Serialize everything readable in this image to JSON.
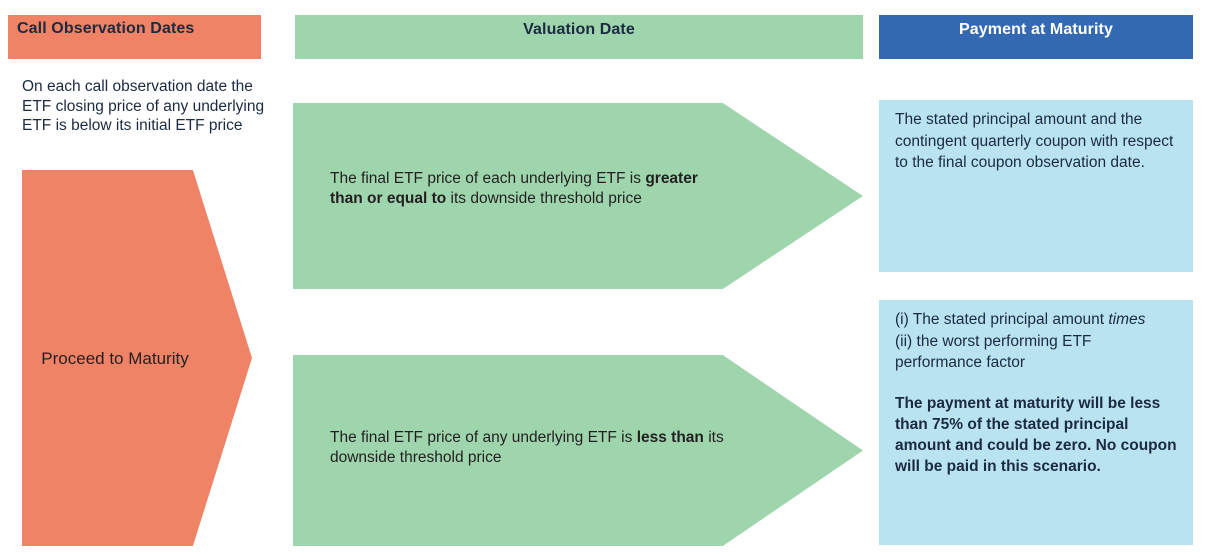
{
  "headers": {
    "call": "Call Observation Dates",
    "valuation": "Valuation Date",
    "payment": "Payment at Maturity"
  },
  "left_column": {
    "condition_text": "On each call observation date the ETF closing price of any underlying ETF is below its initial ETF price",
    "arrow_label": "Proceed to Maturity"
  },
  "valuation_column": {
    "branch_1": {
      "line_1": "The final ETF price of each underlying ETF is ",
      "emphasis": "greater than or equal to",
      "line_2": " its downside threshold price"
    },
    "branch_2": {
      "line_1": "The final ETF price of any underlying ETF is ",
      "emphasis": "less than",
      "line_2": " its downside threshold price"
    }
  },
  "payment_column": {
    "box_1": {
      "text": "The stated principal amount and the contingent quarterly coupon with respect to the final coupon observation date."
    },
    "box_2": {
      "part_1a": "(i) The stated principal amount ",
      "part_1_italic": "times",
      "part_1b": "\n(ii) the worst performing ETF performance factor",
      "part_2": "The payment at maturity will be less than 75% of the stated principal amount and could be zero. No coupon will be paid in this scenario."
    }
  },
  "colors": {
    "orange": "#F08365",
    "green": "#9ED5AD",
    "blue_header": "#3369B3",
    "blue_light": "#B9E3F0",
    "text_navy": "#1b2a41",
    "text_dark": "#231f20",
    "background": "#ffffff"
  }
}
